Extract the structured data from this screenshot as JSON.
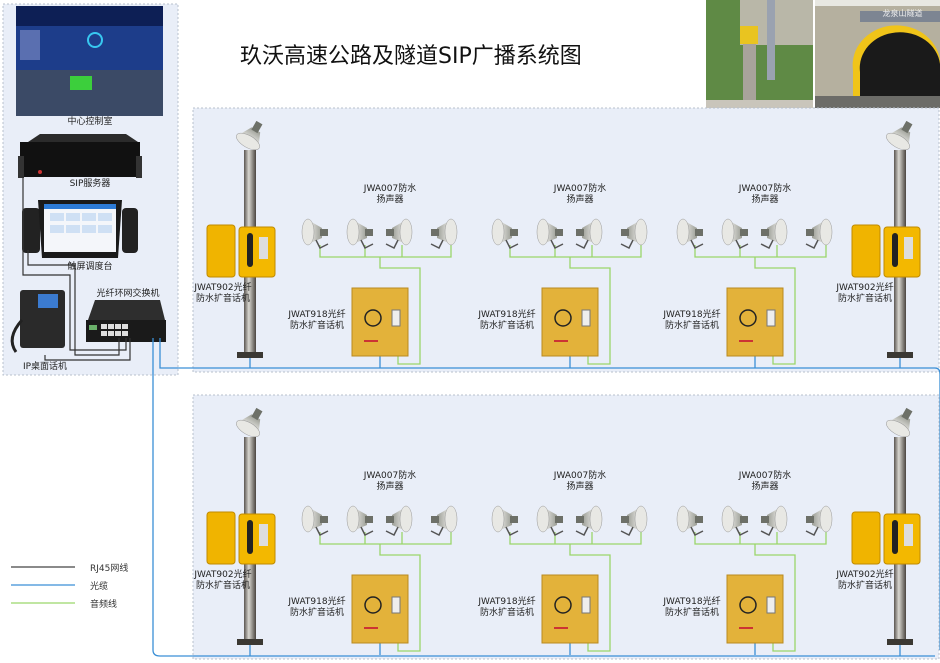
{
  "title": "玖沃高速公路及隧道SIP广播系统图",
  "control_center": {
    "room_label": "中心控制室",
    "server_label": "SIP服务器",
    "console_label": "触屏调度台",
    "switch_label": "光纤环网交换机",
    "desk_phone_label": "IP桌面话机"
  },
  "tunnel_photo": {
    "sign_text": "龙泉山隧道"
  },
  "sections": [
    {
      "pole_phone_left": {
        "line1": "JWAT902光纤",
        "line2": "防水扩音话机"
      },
      "pole_phone_right": {
        "line1": "JWAT902光纤",
        "line2": "防水扩音话机"
      },
      "groups": [
        {
          "speaker_line1": "JWA007防水",
          "speaker_line2": "扬声器",
          "amp_line1": "JWAT918光纤",
          "amp_line2": "防水扩音话机"
        },
        {
          "speaker_line1": "JWA007防水",
          "speaker_line2": "扬声器",
          "amp_line1": "JWAT918光纤",
          "amp_line2": "防水扩音话机"
        },
        {
          "speaker_line1": "JWA007防水",
          "speaker_line2": "扬声器",
          "amp_line1": "JWAT918光纤",
          "amp_line2": "防水扩音话机"
        }
      ]
    },
    {
      "pole_phone_left": {
        "line1": "JWAT902光纤",
        "line2": "防水扩音话机"
      },
      "pole_phone_right": {
        "line1": "JWAT902光纤",
        "line2": "防水扩音话机"
      },
      "groups": [
        {
          "speaker_line1": "JWA007防水",
          "speaker_line2": "扬声器",
          "amp_line1": "JWAT918光纤",
          "amp_line2": "防水扩音话机"
        },
        {
          "speaker_line1": "JWA007防水",
          "speaker_line2": "扬声器",
          "amp_line1": "JWAT918光纤",
          "amp_line2": "防水扩音话机"
        },
        {
          "speaker_line1": "JWA007防水",
          "speaker_line2": "扬声器",
          "amp_line1": "JWAT918光纤",
          "amp_line2": "防水扩音话机"
        }
      ]
    }
  ],
  "legend": [
    {
      "label": "RJ45网线",
      "color": "#444444"
    },
    {
      "label": "光缆",
      "color": "#3a8fd6"
    },
    {
      "label": "音频线",
      "color": "#9ad66a"
    }
  ],
  "colors": {
    "panel": "#e9eef8",
    "fiber": "#3a8fd6",
    "audio": "#9ad66a",
    "rj45": "#333333",
    "device_yellow": "#e8b400"
  }
}
